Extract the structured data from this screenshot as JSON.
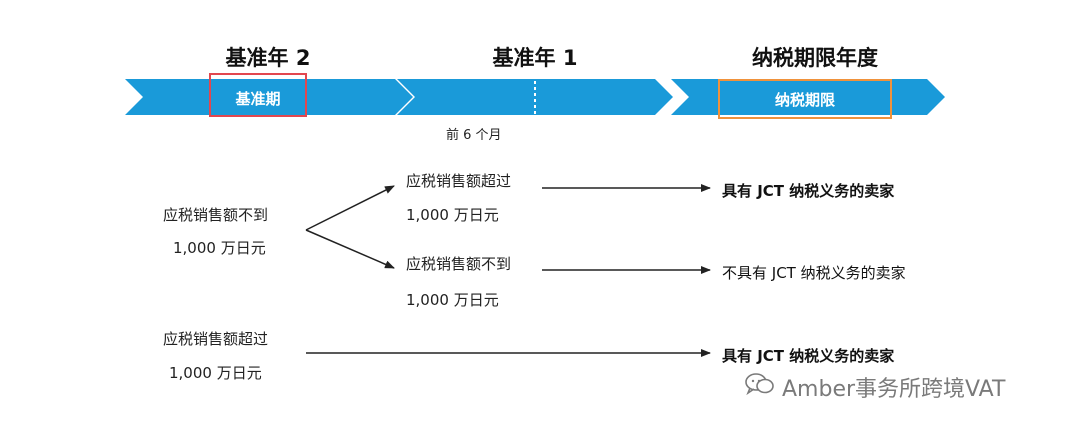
{
  "timeline": {
    "headers": [
      "基准年 2",
      "基准年 1",
      "纳税期限年度"
    ],
    "band_labels": {
      "base_period": "基准期",
      "tax_period": "纳税期限"
    },
    "sub_label": "前 6 个月",
    "colors": {
      "band": "#1a9ad9",
      "highlight_base": "#e2474f",
      "highlight_tax": "#f0923b"
    }
  },
  "flow": {
    "case_under": {
      "line1": "应税销售额不到",
      "line2": "1,000 万日元"
    },
    "branch_over": {
      "line1": "应税销售额超过",
      "line2": "1,000 万日元",
      "result": "具有 JCT 纳税义务的卖家"
    },
    "branch_under": {
      "line1": "应税销售额不到",
      "line2": "1,000 万日元",
      "result": "不具有 JCT 纳税义务的卖家"
    },
    "case_over": {
      "line1": "应税销售额超过",
      "line2": "1,000 万日元",
      "result": "具有 JCT 纳税义务的卖家"
    }
  },
  "watermark": {
    "text": "Amber事务所跨境VAT",
    "icon": "wechat-icon"
  }
}
